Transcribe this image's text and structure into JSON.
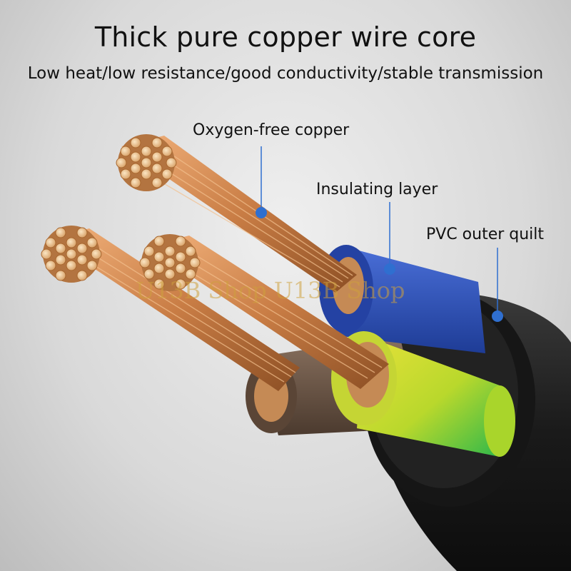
{
  "heading": {
    "title": "Thick pure copper wire core",
    "subtitle": "Low heat/low resistance/good conductivity/stable transmission"
  },
  "callouts": {
    "copper": "Oxygen-free copper",
    "insulation": "Insulating layer",
    "sheath": "PVC outer quilt"
  },
  "watermark": "U13B Shop U13B Shop",
  "colors": {
    "leader_line": "#2f6fd0",
    "copper": "#c87f45",
    "insulation_blue": "#2d4fb0",
    "insulation_brown": "#6b5544",
    "insulation_green_yellow": "#9fd42a",
    "outer_sheath": "#1c1c1c"
  }
}
